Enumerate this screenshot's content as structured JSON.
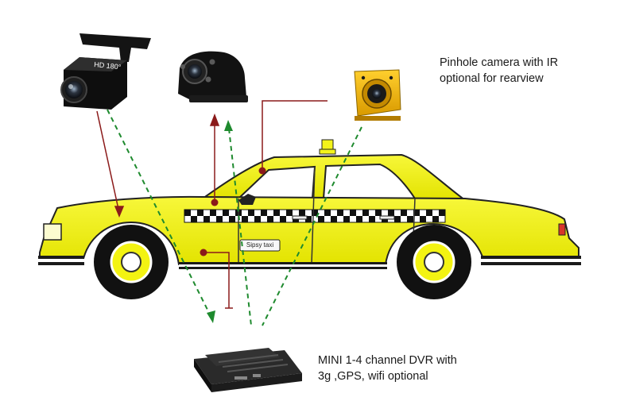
{
  "diagram": {
    "pinhole_label": {
      "line1": "Pinhole camera with IR",
      "line2": "optional for rearview"
    },
    "dvr_label": {
      "line1": "MINI 1-4 channel DVR with",
      "line2": "3g ,GPS, wifi optional"
    },
    "camera_badge": "HD 180°",
    "door_sign": "Sipsy taxi"
  },
  "colors": {
    "taxi_yellow": "#f3f312",
    "camera_yellow": "#f0b400",
    "cable_red": "#8b1a1a",
    "signal_green": "#1e8a2e",
    "checker_black": "#111111",
    "dvr_black": "#1c1c1c"
  },
  "icons": [
    "mini-camera-icon",
    "dome-camera-icon",
    "pinhole-camera-icon",
    "dvr-box-icon",
    "taxi-car-icon"
  ]
}
